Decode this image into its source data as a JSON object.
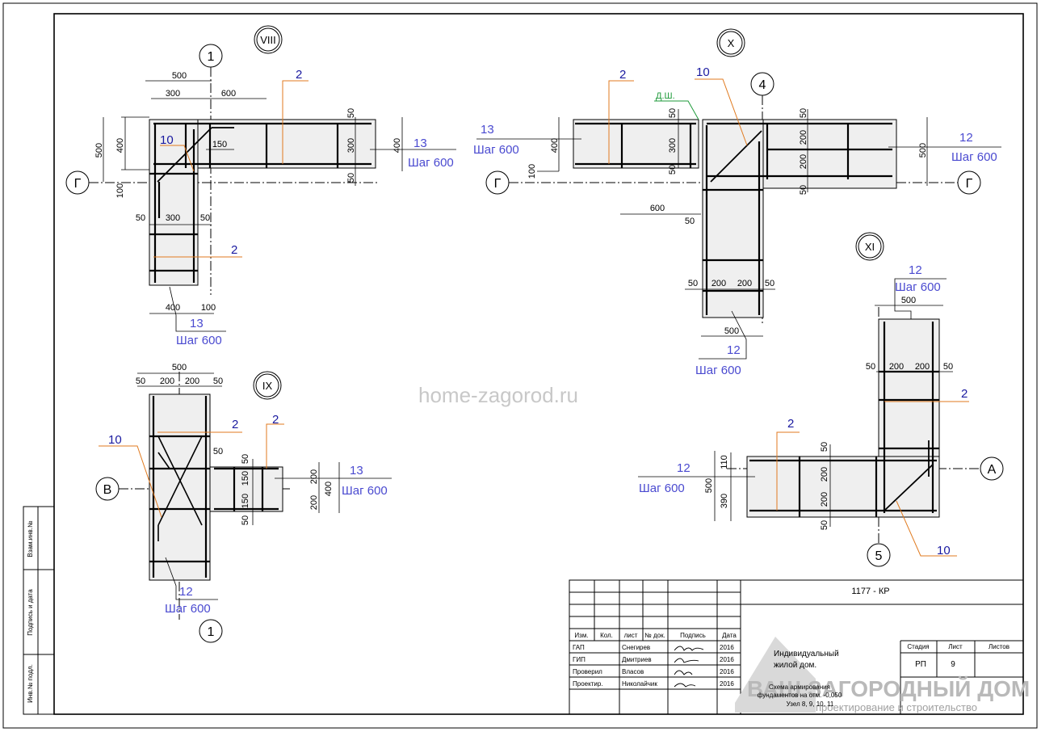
{
  "watermark": "home-zagorod.ru",
  "nodes": {
    "viii": {
      "label": "VIII",
      "axis_v": "1",
      "axis_h": "Г",
      "dims": [
        "500",
        "300",
        "600",
        "500",
        "400",
        "100",
        "150",
        "50",
        "300",
        "50",
        "400",
        "100",
        "50",
        "50",
        "300",
        "400"
      ],
      "labels": {
        "bar2a": "2",
        "bar2b": "2",
        "bar10": "10",
        "bar13a": "13",
        "bar13b": "13",
        "step": "Шаг 600"
      }
    },
    "x": {
      "label": "X",
      "axis_v": "4",
      "axis_h_left": "Г",
      "axis_h_right": "Г",
      "dims": [
        "50",
        "300",
        "50",
        "400",
        "100",
        "600",
        "50",
        "50",
        "200",
        "200",
        "50",
        "500",
        "50",
        "200",
        "200",
        "50",
        "500"
      ],
      "dsh": "Д.Ш.",
      "labels": {
        "bar2": "2",
        "bar10": "10",
        "bar13": "13",
        "bar12a": "12",
        "bar12b": "12",
        "step": "Шаг 600"
      }
    },
    "ix": {
      "label": "IX",
      "axis_v": "1",
      "axis_h": "В",
      "dims": [
        "500",
        "50",
        "200",
        "200",
        "50",
        "50",
        "50",
        "150",
        "150",
        "50",
        "200",
        "200",
        "400"
      ],
      "labels": {
        "bar2a": "2",
        "bar2b": "2",
        "bar10": "10",
        "bar13": "13",
        "bar12": "12",
        "step": "Шаг 600"
      }
    },
    "xi": {
      "label": "XI",
      "axis_v": "5",
      "axis_h": "А",
      "dims": [
        "500",
        "50",
        "200",
        "200",
        "50",
        "110",
        "390",
        "500",
        "50",
        "200",
        "200",
        "50"
      ],
      "labels": {
        "bar12a": "12",
        "bar12b": "12",
        "bar2a": "2",
        "bar2b": "2",
        "bar10": "10",
        "step": "Шаг 600"
      }
    }
  },
  "side_stamp": {
    "vzam": "Взам.инв.№",
    "podpis": "Подпись и дата",
    "inv": "Инв.№ подл."
  },
  "title_block": {
    "code": "1177 - КР",
    "cols": [
      "Изм.",
      "Кол.",
      "лист",
      "№ док.",
      "Подпись",
      "Дата"
    ],
    "rows": [
      {
        "role": "ГАП",
        "name": "Снегирев",
        "date": "2016"
      },
      {
        "role": "ГИП",
        "name": "Дмитриев",
        "date": "2016"
      },
      {
        "role": "Проверил",
        "name": "Власов",
        "date": "2016"
      },
      {
        "role": "Проектир.",
        "name": "Николайчик",
        "date": "2016"
      }
    ],
    "object_line1": "Индивидуальный",
    "object_line2": "жилой дом.",
    "sheet_line1": "Схема армирования",
    "sheet_line2": "фундаментов на отм. -0,050",
    "sheet_line3": "Узел 8, 9, 10, 11",
    "stage_h": "Стадия",
    "list_h": "Лист",
    "lists_h": "Листов",
    "stage": "РП",
    "list": "9",
    "lists": "",
    "logo_line1": "ВАШ ЗАГОРОДНЫЙ ДОМ",
    "logo_line2": "проектирование и строительство"
  },
  "colors": {
    "label_blue": "#4a4ad0",
    "leader_orange": "#e07a1f",
    "dsh_green": "#1e9a3a",
    "bar": "#000000",
    "concrete": "#eeeeee"
  }
}
